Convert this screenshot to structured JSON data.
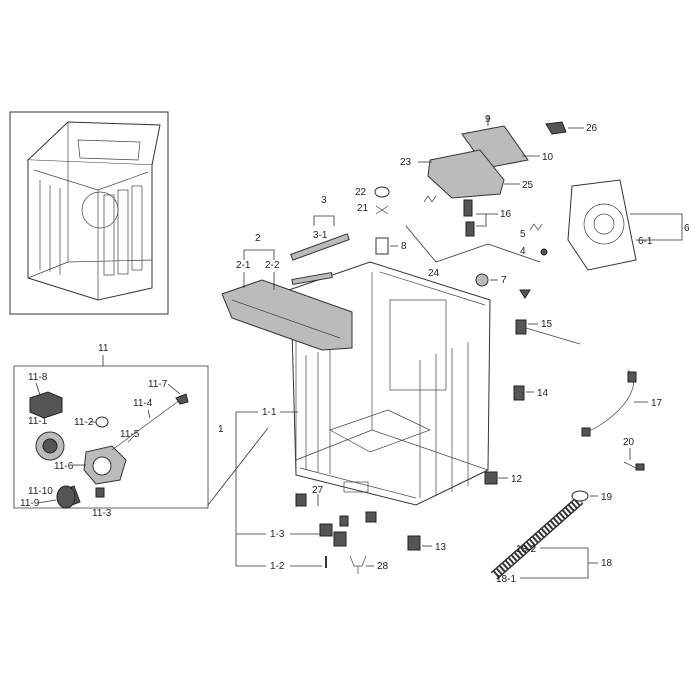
{
  "callouts": {
    "c1": "1",
    "c1_1": "1-1",
    "c1_2": "1-2",
    "c1_3": "1-3",
    "c2": "2",
    "c2_1": "2-1",
    "c2_2": "2-2",
    "c3": "3",
    "c3_1": "3-1",
    "c4": "4",
    "c5": "5",
    "c6": "6",
    "c6_1": "6-1",
    "c7": "7",
    "c8": "8",
    "c9": "9",
    "c10": "10",
    "c11": "11",
    "c11_1": "11-1",
    "c11_2": "11-2",
    "c11_3": "11-3",
    "c11_4": "11-4",
    "c11_5": "11-5",
    "c11_6": "11-6",
    "c11_7": "11-7",
    "c11_8": "11-8",
    "c11_9": "11-9",
    "c11_10": "11-10",
    "c12": "12",
    "c13": "13",
    "c14": "14",
    "c15": "15",
    "c16": "16",
    "c17": "17",
    "c18": "18",
    "c18_1": "18-1",
    "c18_2": "18-2",
    "c19": "19",
    "c20": "20",
    "c21": "21",
    "c22": "22",
    "c23": "23",
    "c24": "24",
    "c25": "25",
    "c26": "26",
    "c27": "27",
    "c28": "28"
  }
}
